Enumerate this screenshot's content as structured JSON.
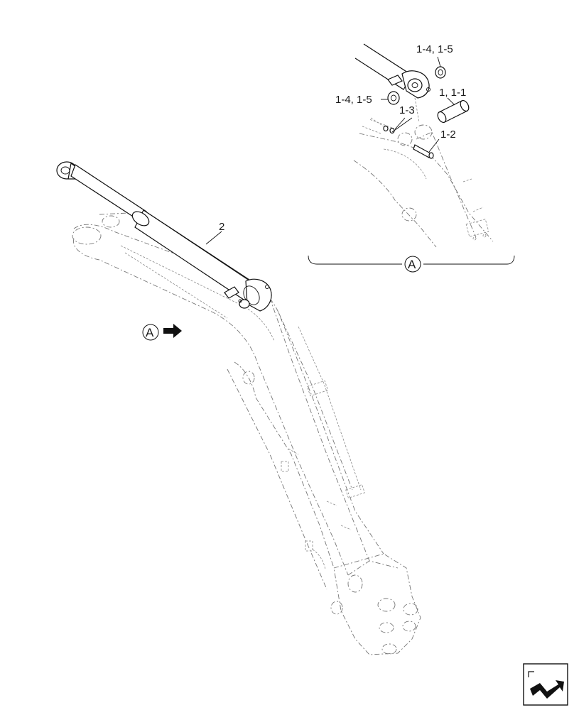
{
  "labels": {
    "main_part": "2",
    "detail_washer_top": "1-4, 1-5",
    "detail_washer_left": "1-4, 1-5",
    "detail_pin": "1, 1-1",
    "detail_bolt_nut": "1-3",
    "detail_bolt": "1-2"
  },
  "callouts": {
    "view_marker": "A",
    "detail_caption": "A"
  },
  "icons": {
    "view_arrow": "arrow-right-icon",
    "navigation": "return-arrow-icon"
  },
  "colors": {
    "line": "#111111",
    "ghost": "#777777"
  }
}
